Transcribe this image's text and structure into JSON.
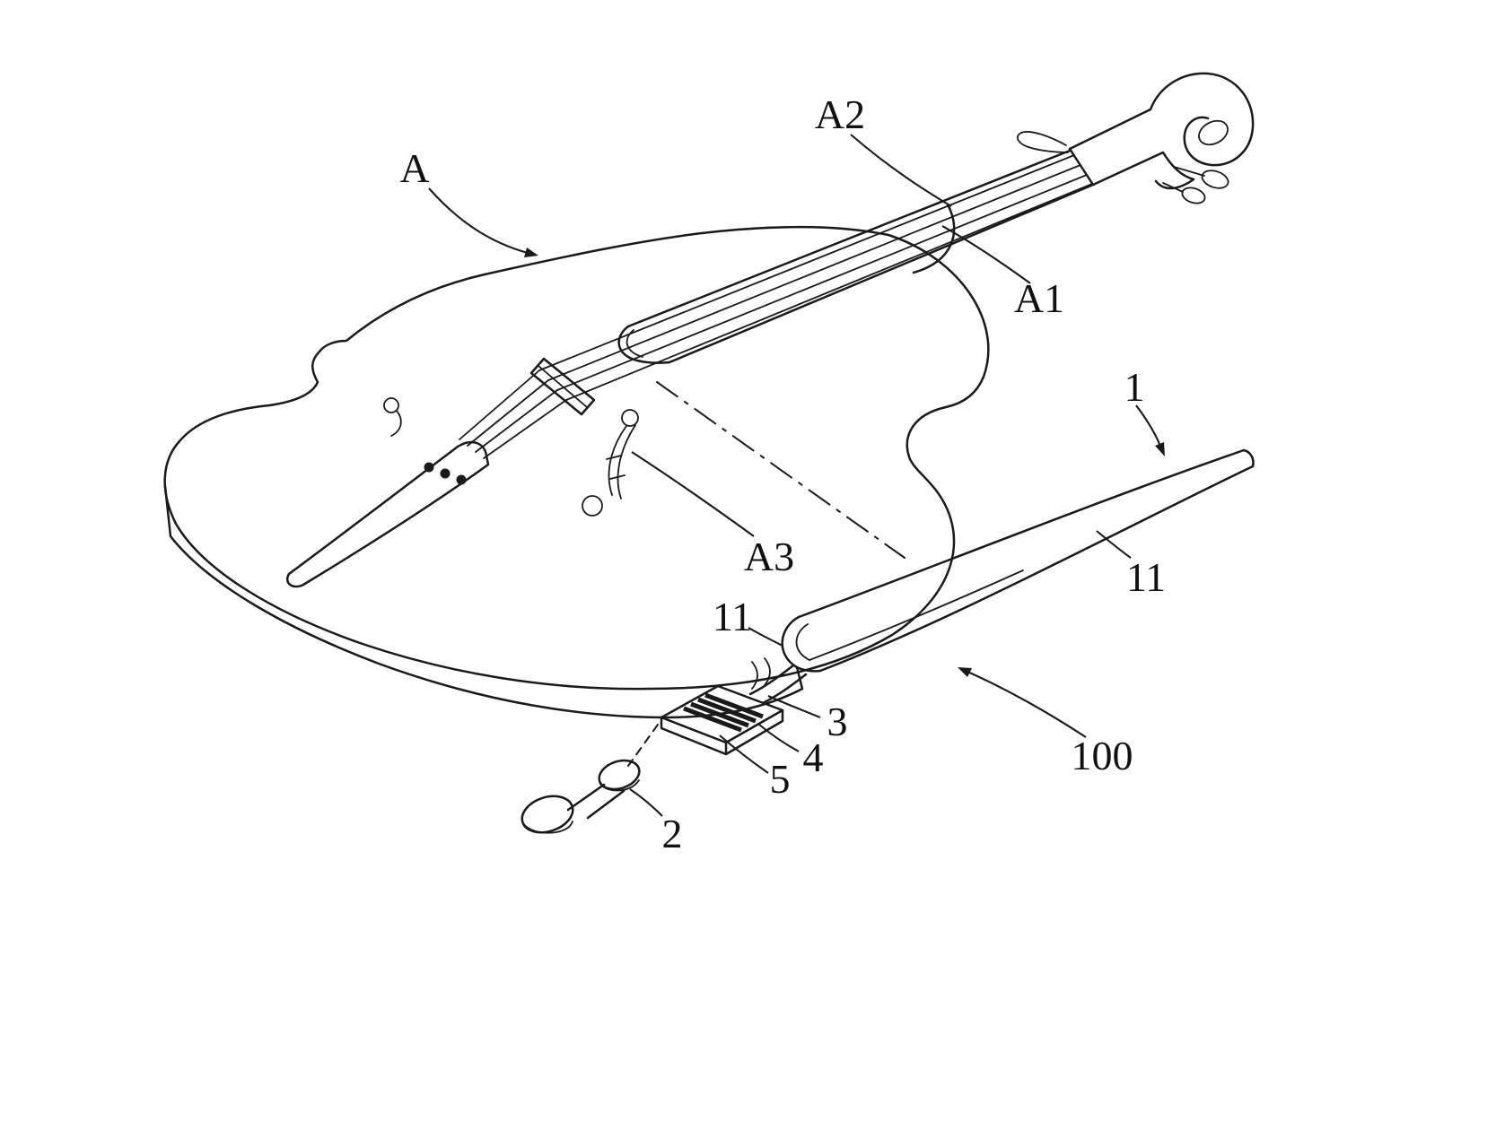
{
  "figure": {
    "colors": {
      "background": "#ffffff",
      "ink": "#1a1a1a"
    }
  },
  "labels": {
    "a": "A",
    "a1": "A1",
    "a2": "A2",
    "a3": "A3",
    "ref1": "1",
    "ref11_right": "11",
    "ref11_left": "11",
    "ref3": "3",
    "ref4": "4",
    "ref5": "5",
    "ref2": "2",
    "ref100": "100"
  }
}
